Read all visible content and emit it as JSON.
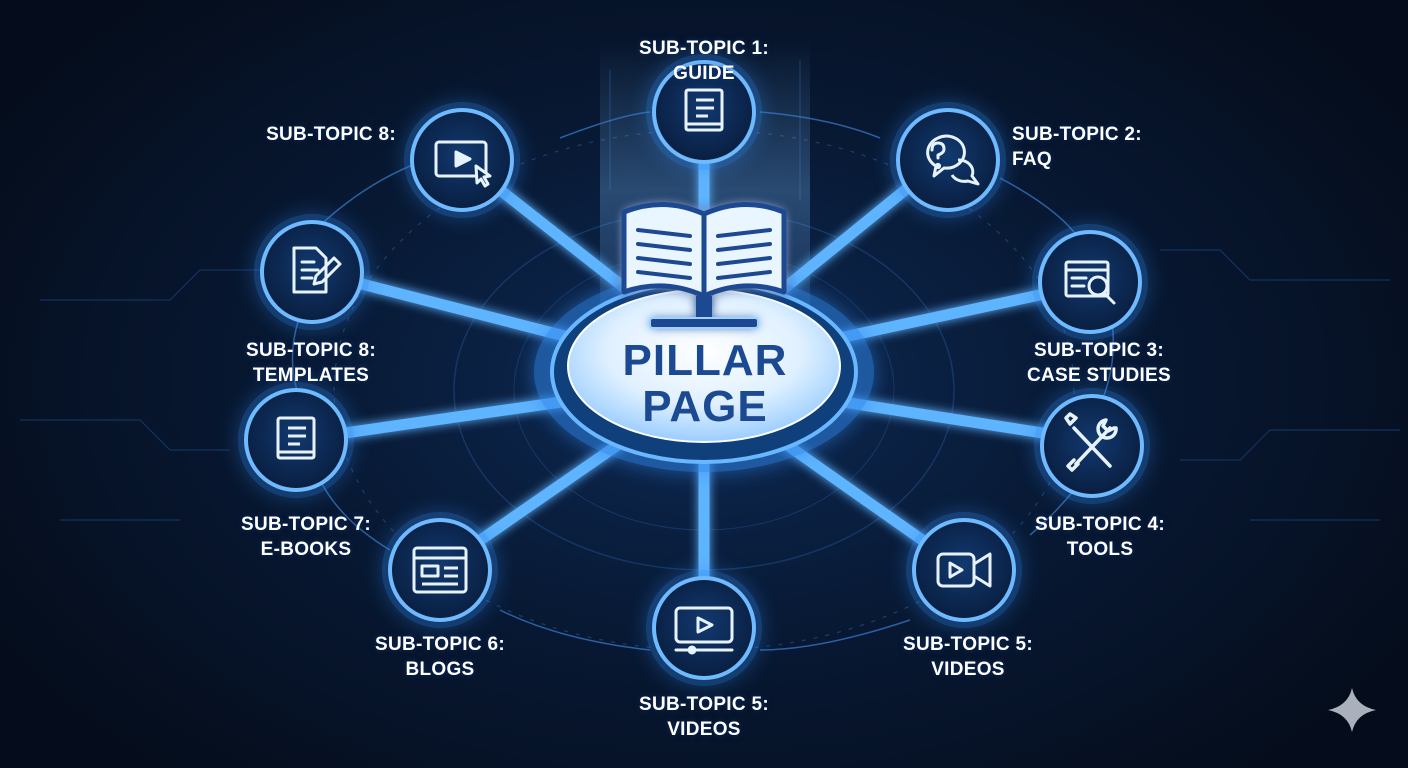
{
  "center": {
    "line1": "PILLAR",
    "line2": "PAGE",
    "icon": "open-book-icon"
  },
  "nodes": [
    {
      "id": "guide",
      "line1": "SUB-TOPIC 1:",
      "line2": "GUIDE",
      "icon": "book-icon"
    },
    {
      "id": "faq",
      "line1": "SUB-TOPIC 2:",
      "line2": "FAQ",
      "icon": "chat-question-icon"
    },
    {
      "id": "case-studies",
      "line1": "SUB-TOPIC 3:",
      "line2": "CASE STUDIES",
      "icon": "search-document-icon"
    },
    {
      "id": "tools",
      "line1": "SUB-TOPIC 4:",
      "line2": "TOOLS",
      "icon": "wrench-screwdriver-icon"
    },
    {
      "id": "videos-right",
      "line1": "SUB-TOPIC 5:",
      "line2": "VIDEOS",
      "icon": "video-camera-icon"
    },
    {
      "id": "videos-bottom",
      "line1": "SUB-TOPIC 5:",
      "line2": "VIDEOS",
      "icon": "video-player-icon"
    },
    {
      "id": "blogs",
      "line1": "SUB-TOPIC 6:",
      "line2": "BLOGS",
      "icon": "web-page-icon"
    },
    {
      "id": "e-books",
      "line1": "SUB-TOPIC 7:",
      "line2": "E-BOOKS",
      "icon": "book-icon"
    },
    {
      "id": "templates",
      "line1": "SUB-TOPIC 8:",
      "line2": "TEMPLATES",
      "icon": "edit-document-icon"
    },
    {
      "id": "top-left",
      "line1": "SUB-TOPIC 8:",
      "line2": "",
      "icon": "play-cursor-icon"
    }
  ],
  "colors": {
    "background": "#050d1c",
    "glow": "#3d9bff",
    "node_fill": "#0c2a56",
    "pillar_text": "#1c4a92",
    "label": "#ffffff"
  },
  "watermark": "sparkle-icon"
}
